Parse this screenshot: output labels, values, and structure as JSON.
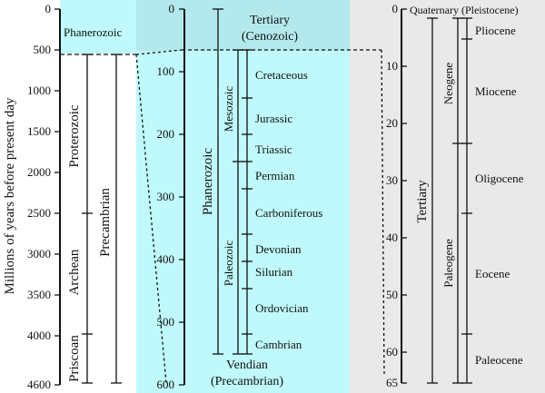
{
  "y_axis_label": "Millions of years before present day",
  "colors": {
    "cyan": "#bff9fb",
    "teal": "#b3e9ec",
    "gray": "#e9e9e9",
    "line": "#111111"
  },
  "panel1": {
    "ticks": [
      "0",
      "500",
      "1000",
      "1500",
      "2000",
      "2500",
      "3000",
      "3500",
      "4000",
      "4600"
    ],
    "phanerozoic": "Phanerozoic",
    "proterozoic": "Proterozoic",
    "archean": "Archean",
    "priscoan": "Priscoan",
    "precambrian": "Precambrian"
  },
  "panel2": {
    "ticks": [
      "0",
      "100",
      "200",
      "300",
      "400",
      "500",
      "600"
    ],
    "tertiary": "Tertiary",
    "cenozoic": "(Cenozoic)",
    "phanerozoic": "Phanerozoic",
    "mesozoic": "Mesozoic",
    "paleozoic": "Paleozoic",
    "periods": [
      "Cretaceous",
      "Jurassic",
      "Triassic",
      "Permian",
      "Carboniferous",
      "Devonian",
      "Silurian",
      "Ordovician",
      "Cambrian"
    ],
    "vendian": "Vendian",
    "precambrian": "(Precambrian)"
  },
  "panel3": {
    "ticks": [
      "0",
      "10",
      "20",
      "30",
      "40",
      "50",
      "60",
      "65"
    ],
    "quaternary": "Quaternary (Pleistocene)",
    "tertiary": "Tertiary",
    "neogene": "Neogene",
    "paleogene": "Paleogene",
    "epochs": [
      "Pliocene",
      "Miocene",
      "Oligocene",
      "Eocene",
      "Paleocene"
    ]
  }
}
